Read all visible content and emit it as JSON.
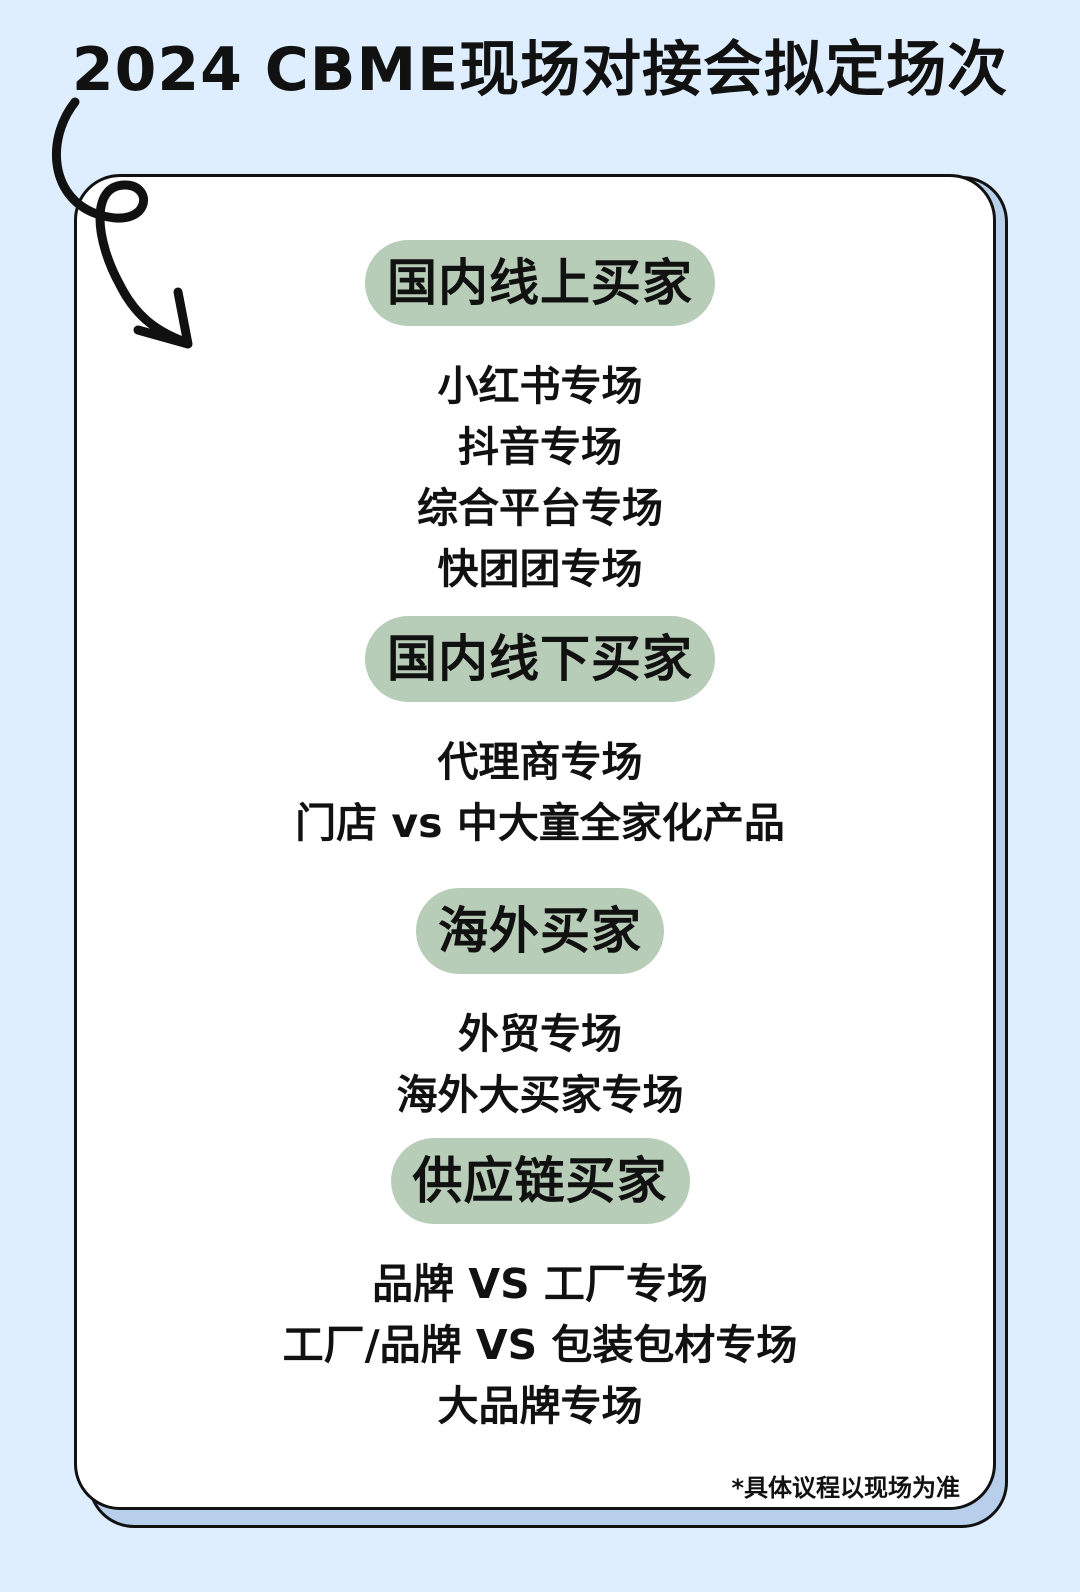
{
  "title": "2024 CBME现场对接会拟定场次",
  "sections": [
    {
      "heading": "国内线上买家",
      "items": [
        "小红书专场",
        "抖音专场",
        "综合平台专场",
        "快团团专场"
      ]
    },
    {
      "heading": "国内线下买家",
      "items": [
        "代理商专场",
        "门店 vs 中大童全家化产品"
      ]
    },
    {
      "heading": "海外买家",
      "items": [
        "外贸专场",
        "海外大买家专场"
      ]
    },
    {
      "heading": "供应链买家",
      "items": [
        "品牌 VS 工厂专场",
        "工厂/品牌 VS 包装包材专场",
        "大品牌专场"
      ]
    }
  ],
  "footnote": "*具体议程以现场为准",
  "colors": {
    "background": "#deeefe",
    "card": "#ffffff",
    "card_shadow": "#b7cfea",
    "pill": "#b8cdb8",
    "text": "#111111"
  },
  "icons": {
    "decorative_arrow": "curly-arrow-icon"
  }
}
